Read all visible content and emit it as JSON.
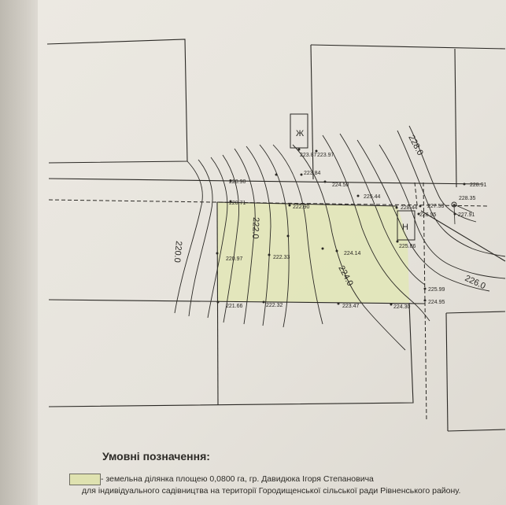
{
  "colors": {
    "paper": "#e8e5de",
    "line": "#2a2824",
    "parcel_fill": "#e2e6b6",
    "legend_fill": "#dfe2b0"
  },
  "contours": [
    {
      "label": "220.0"
    },
    {
      "label": "222.0"
    },
    {
      "label": "224.0"
    },
    {
      "label": "226.0"
    },
    {
      "label": "228.0"
    }
  ],
  "elevations": [
    {
      "value": "223.87"
    },
    {
      "value": "223.97"
    },
    {
      "value": "223.84"
    },
    {
      "value": "220.90"
    },
    {
      "value": "224.50"
    },
    {
      "value": "225.44"
    },
    {
      "value": "228.91"
    },
    {
      "value": "228.35"
    },
    {
      "value": "220.71"
    },
    {
      "value": "222.90"
    },
    {
      "value": "228.44"
    },
    {
      "value": "227.53"
    },
    {
      "value": "226.95"
    },
    {
      "value": "227.91"
    },
    {
      "value": "225.86"
    },
    {
      "value": "220.97"
    },
    {
      "value": "222.33"
    },
    {
      "value": "224.14"
    },
    {
      "value": "225.99"
    },
    {
      "value": "221.66"
    },
    {
      "value": "222.32"
    },
    {
      "value": "223.47"
    },
    {
      "value": "224.30"
    },
    {
      "value": "224.95"
    }
  ],
  "markers": [
    {
      "label": "Ж"
    },
    {
      "label": "Н"
    }
  ],
  "legend": {
    "title": "Умовні позначення:",
    "line1": "- земельна ділянка площею  0,0800 га, гр. Давидюка Ігоря Степановича",
    "line2": "для індивідуального садівництва на території Городищенської сільської ради Рівненського району."
  }
}
